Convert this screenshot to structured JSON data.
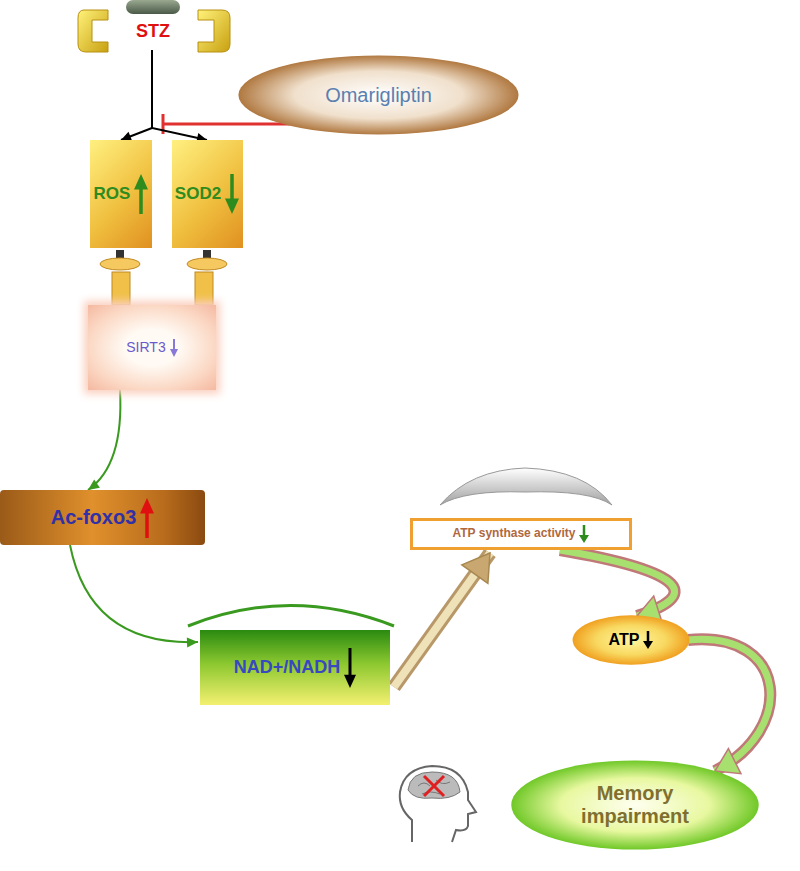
{
  "diagram": {
    "nodes": [
      {
        "text": [
          "STZ"
        ]
      },
      {
        "text": [
          "Omarigliptin"
        ]
      },
      {
        "text": [
          "ROS"
        ]
      },
      {
        "text": [
          "SOD2"
        ]
      },
      {
        "text": [
          "SIRT3"
        ]
      },
      {
        "text": [
          "Ac-foxo3"
        ]
      },
      {
        "text": [
          "NAD+/NADH"
        ]
      },
      {
        "text": [
          "ATP synthase activity"
        ]
      },
      {
        "text": [
          "ATP"
        ]
      },
      {
        "text": [
          "Memory impairment"
        ]
      }
    ],
    "edges": [
      {
        "from": 0,
        "to": 2,
        "arrow": "to"
      },
      {
        "from": 0,
        "to": 3,
        "arrow": "to"
      },
      {
        "from": 2,
        "to": 4,
        "arrow": "none"
      },
      {
        "from": 3,
        "to": 4,
        "arrow": "none"
      },
      {
        "from": 4,
        "to": 5,
        "arrow": "to"
      },
      {
        "from": 5,
        "to": 6,
        "arrow": "to"
      },
      {
        "from": 6,
        "to": 7,
        "arrow": "to"
      },
      {
        "from": 7,
        "to": 8,
        "arrow": "to"
      },
      {
        "from": 8,
        "to": 9,
        "arrow": "to"
      }
    ]
  }
}
